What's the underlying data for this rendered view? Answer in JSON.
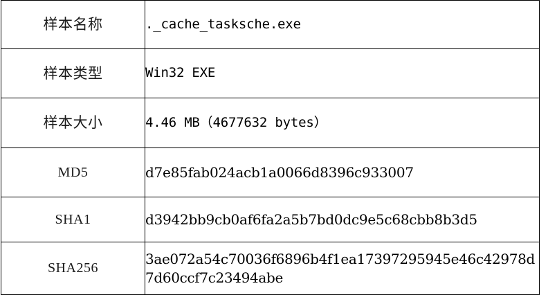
{
  "document": {
    "kind": "sample-information-table",
    "background_color": "#ffffff",
    "text_color": "#000000",
    "border_color": "#000000"
  },
  "table": {
    "column_count": 2,
    "row_count": 6,
    "rows": [
      {
        "label": "样本名称",
        "label_script": "cjk",
        "value": "._cache_tasksche.exe",
        "value_style": "mono"
      },
      {
        "label": "样本类型",
        "label_script": "cjk",
        "value": "Win32 EXE",
        "value_style": "mono"
      },
      {
        "label": "样本大小",
        "label_script": "cjk",
        "value": "4.46 MB（4677632 bytes）",
        "value_style": "mono"
      },
      {
        "label": "MD5",
        "label_script": "latin",
        "value": "d7e85fab024acb1a0066d8396c933007",
        "value_style": "hash"
      },
      {
        "label": "SHA1",
        "label_script": "latin",
        "value": "d3942bb9cb0af6fa2a5b7bd0dc9e5c68cbb8b3d5",
        "value_style": "hash"
      },
      {
        "label": "SHA256",
        "label_script": "latin",
        "value": "3ae072a54c70036f6896b4f1ea17397295945e46c42978d7d60ccf7c23494abe",
        "value_style": "hash-long"
      }
    ]
  }
}
